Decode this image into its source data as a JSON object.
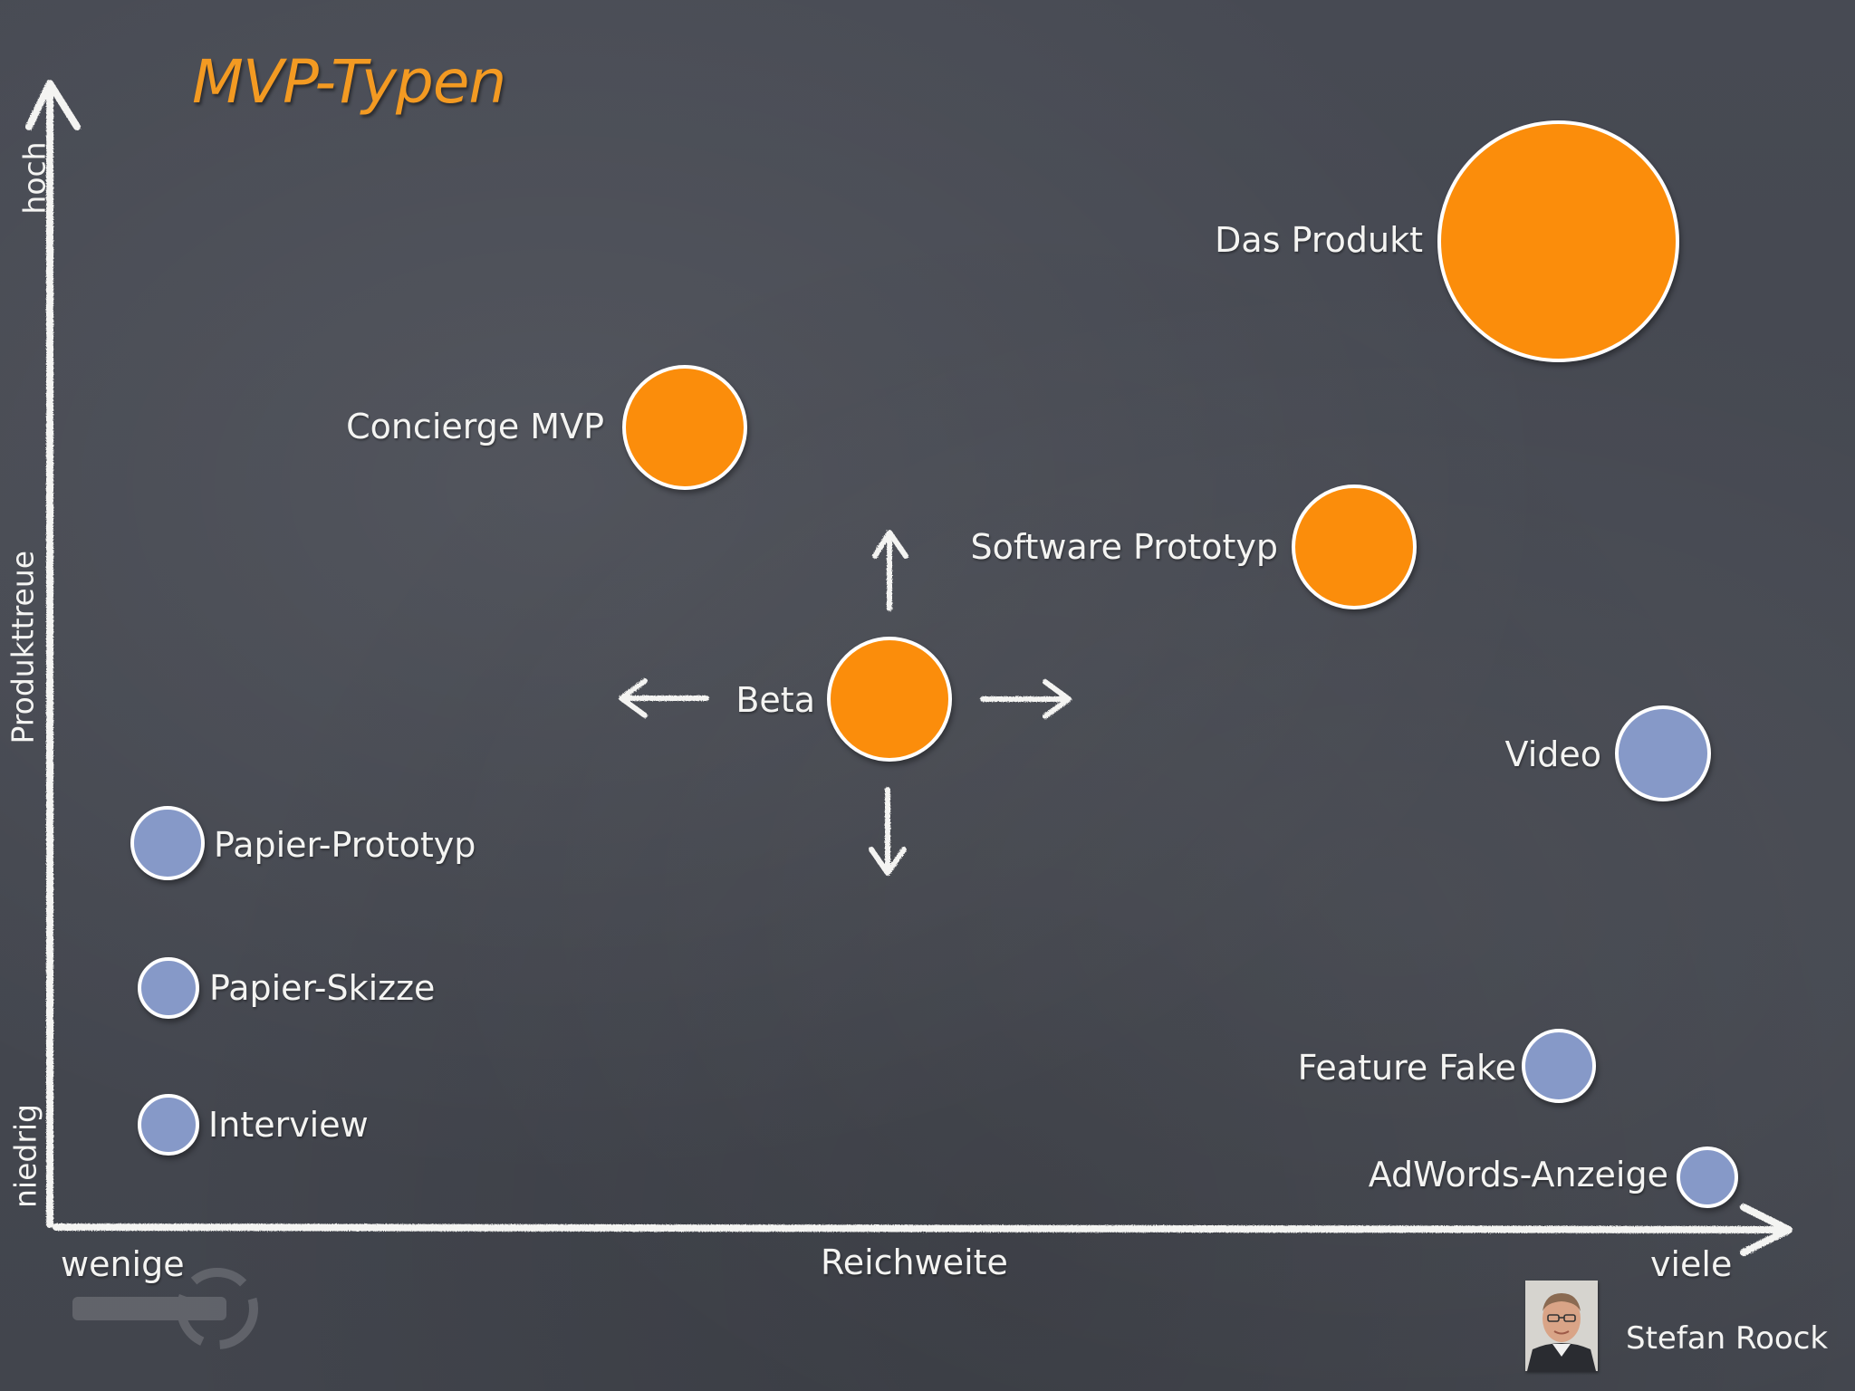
{
  "title": "MVP-Typen",
  "y_axis": {
    "label": "Produkttreue",
    "low": "niedrig",
    "high": "hoch"
  },
  "x_axis": {
    "label": "Reichweite",
    "low": "wenige",
    "high": "viele"
  },
  "items": [
    {
      "name": "Das Produkt",
      "color": "orange"
    },
    {
      "name": "Concierge MVP",
      "color": "orange"
    },
    {
      "name": "Software Prototyp",
      "color": "orange"
    },
    {
      "name": "Beta",
      "color": "orange"
    },
    {
      "name": "Video",
      "color": "blue"
    },
    {
      "name": "Papier-Prototyp",
      "color": "blue"
    },
    {
      "name": "Papier-Skizze",
      "color": "blue"
    },
    {
      "name": "Feature Fake",
      "color": "blue"
    },
    {
      "name": "Interview",
      "color": "blue"
    },
    {
      "name": "AdWords-Anzeige",
      "color": "blue"
    }
  ],
  "author": "Stefan Roock",
  "colors": {
    "orange": "#fb8d0b",
    "blue": "#8699c8",
    "title": "#f39a22",
    "chalk": "#f4f4f2",
    "background": "#44474f"
  }
}
